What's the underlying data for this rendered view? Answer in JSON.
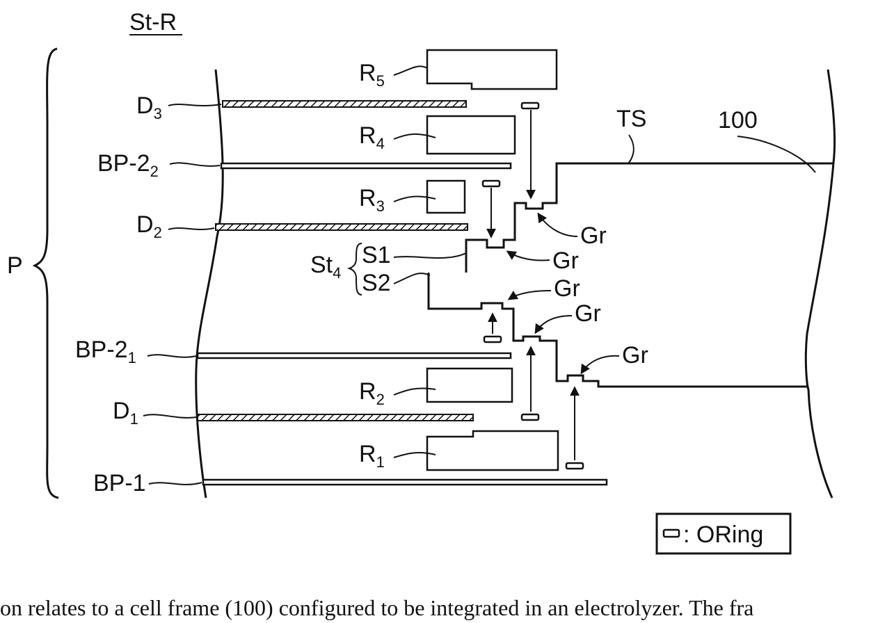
{
  "title": "St-R",
  "labels": {
    "P": "P",
    "D3": {
      "base": "D",
      "sub": "3"
    },
    "BP22": {
      "base": "BP-2",
      "sub": "2"
    },
    "D2": {
      "base": "D",
      "sub": "2"
    },
    "BP21": {
      "base": "BP-2",
      "sub": "1"
    },
    "D1": {
      "base": "D",
      "sub": "1"
    },
    "BP1": "BP-1",
    "R5": {
      "base": "R",
      "sub": "5"
    },
    "R4": {
      "base": "R",
      "sub": "4"
    },
    "R3": {
      "base": "R",
      "sub": "3"
    },
    "R2": {
      "base": "R",
      "sub": "2"
    },
    "R1": {
      "base": "R",
      "sub": "1"
    },
    "St4": {
      "base": "St",
      "sub": "4"
    },
    "S1": "S1",
    "S2": "S2",
    "TS": "TS",
    "ref100": "100",
    "Gr": "Gr"
  },
  "legend": {
    "text": ": ORing"
  },
  "caption": "on relates to a cell frame (100) configured to be integrated in an electrolyzer. The fra"
}
